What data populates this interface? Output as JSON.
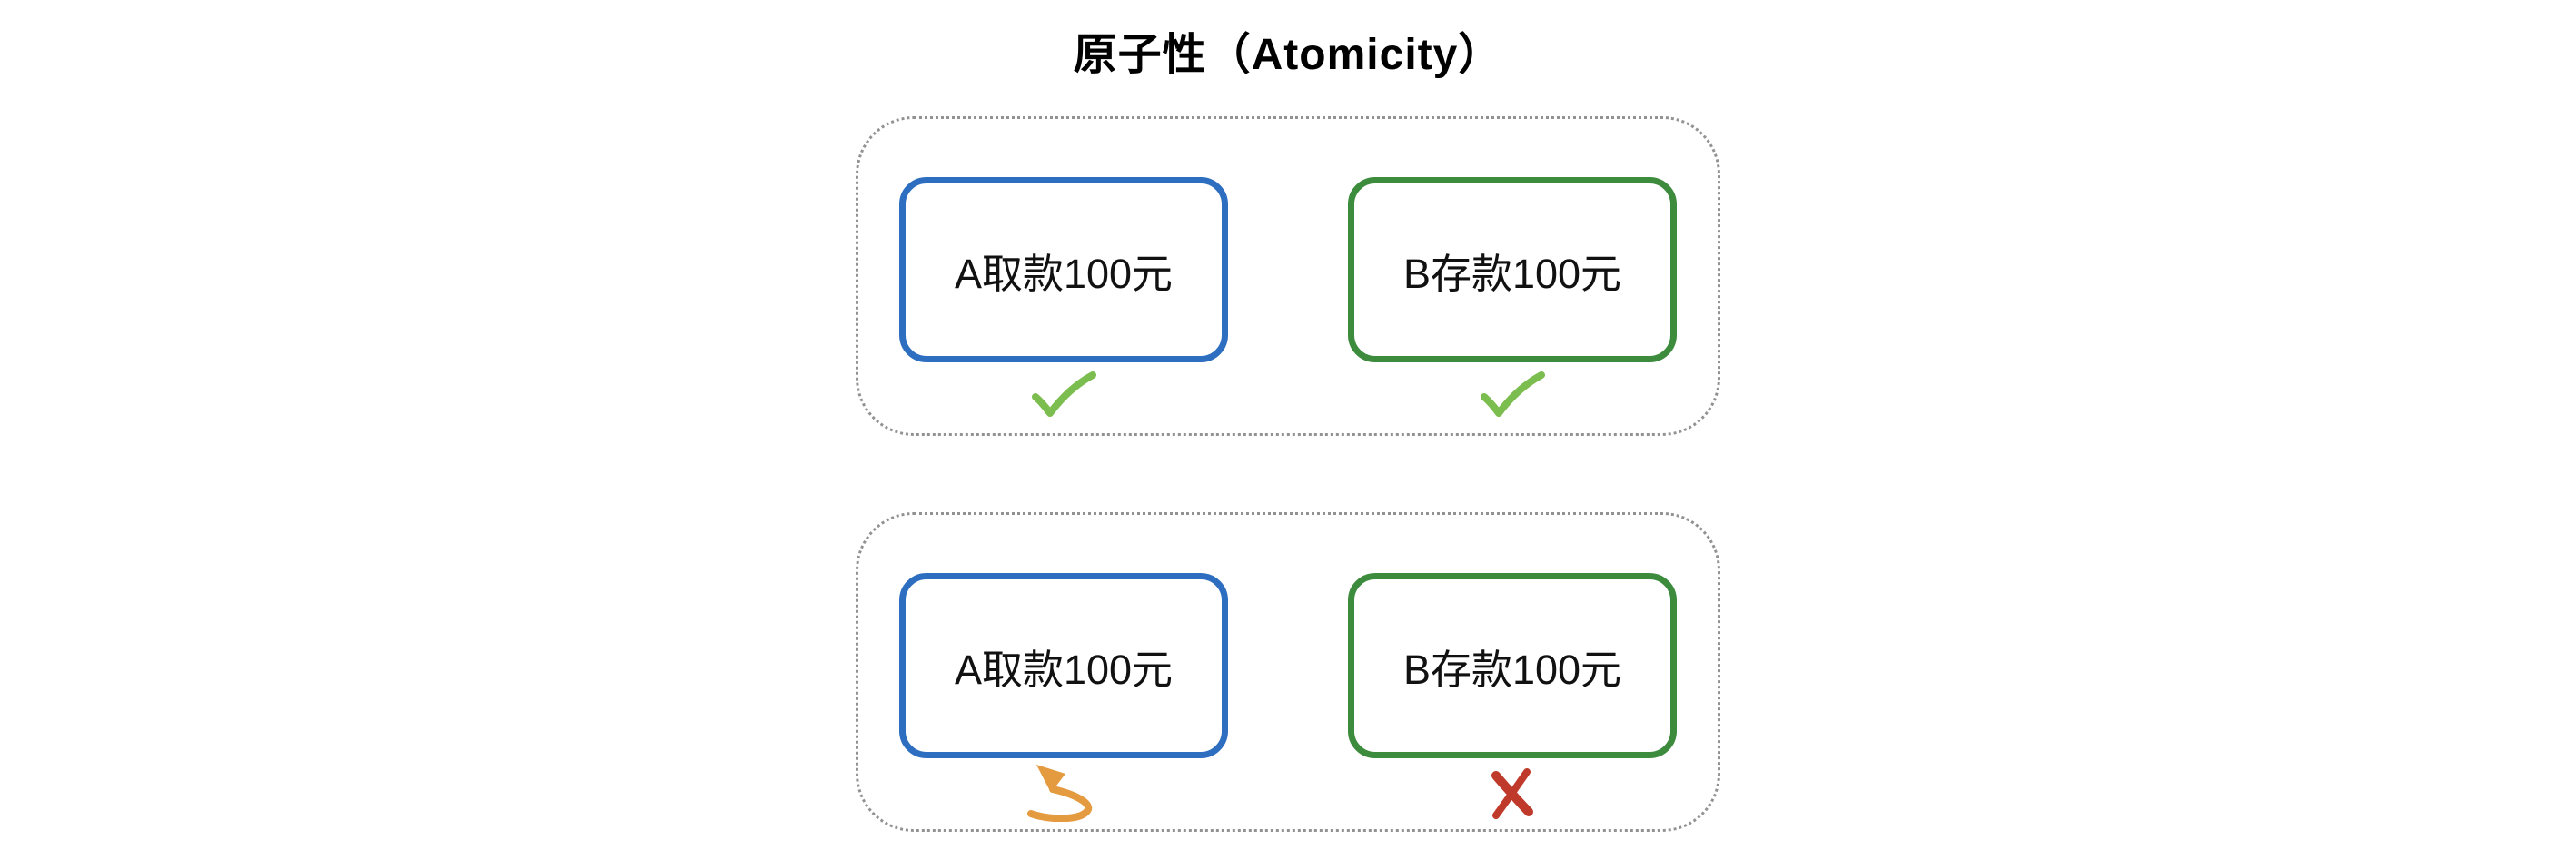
{
  "diagram": {
    "title": "原子性（Atomicity）",
    "scenarios": [
      {
        "id": "transaction-all-success",
        "steps": [
          {
            "label": "A取款100元",
            "box_color": "blue",
            "status_icon": "check"
          },
          {
            "label": "B存款100元",
            "box_color": "green",
            "status_icon": "check"
          }
        ]
      },
      {
        "id": "transaction-rollback-on-failure",
        "steps": [
          {
            "label": "A取款100元",
            "box_color": "blue",
            "status_icon": "rollback-arrow"
          },
          {
            "label": "B存款100元",
            "box_color": "green",
            "status_icon": "cross"
          }
        ]
      }
    ]
  },
  "icons": {
    "check": "hand-drawn green check mark",
    "rollback-arrow": "hand-drawn orange curved undo arrow pointing up-left",
    "cross": "hand-drawn red X mark"
  },
  "colors": {
    "background": "#ffffff",
    "title_text": "#000000",
    "box_text": "#111111",
    "blue_box_border": "#2e6ec0",
    "green_box_border": "#3d8b3d",
    "check_green": "#7cbd4f",
    "arrow_orange": "#e49a3f",
    "cross_red": "#c03a2b",
    "container_border": "#929292"
  }
}
